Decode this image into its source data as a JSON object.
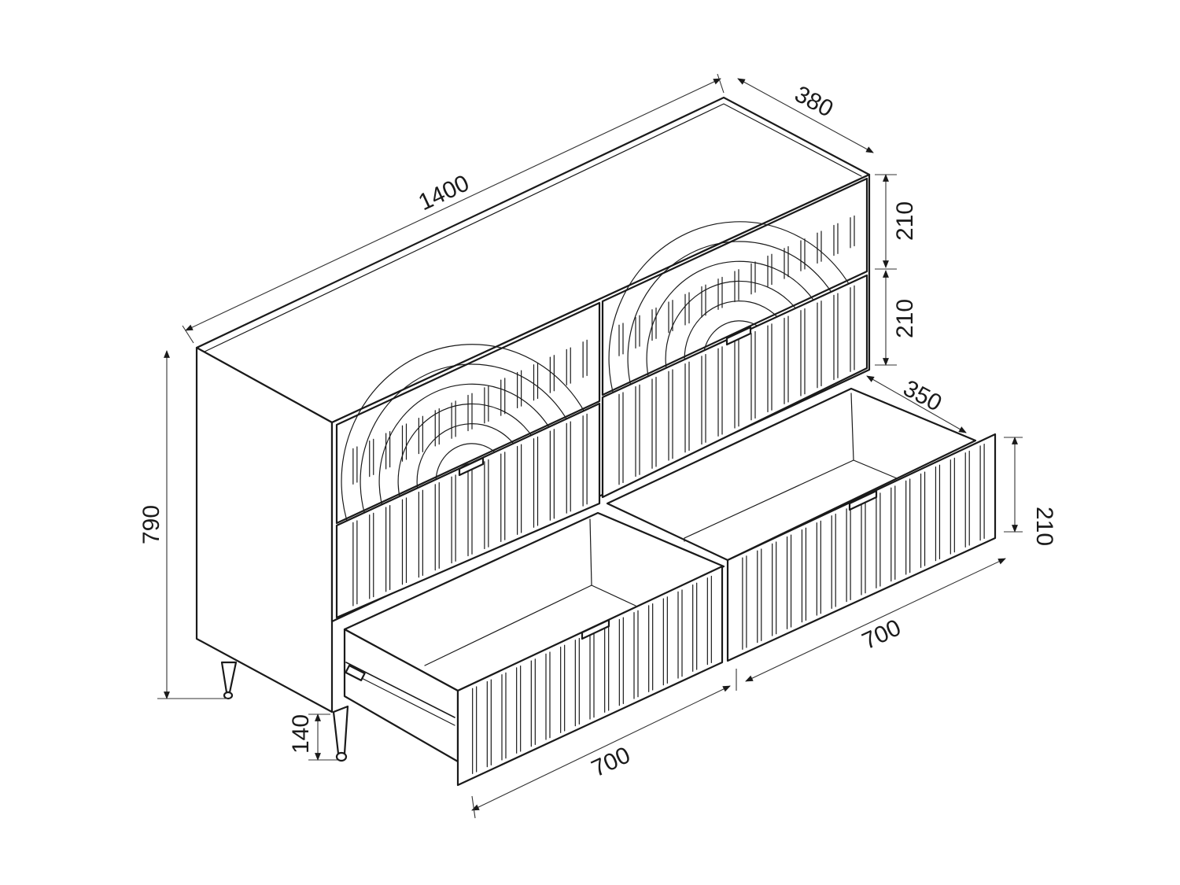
{
  "dimensions": {
    "width": "1400",
    "depth": "380",
    "height": "790",
    "drawer_height_top": "210",
    "drawer_height_middle": "210",
    "drawer_height_open": "210",
    "drawer_depth": "350",
    "drawer_width_left": "700",
    "drawer_width_right": "700",
    "leg_height": "140"
  },
  "colors": {
    "line": "#1a1a1a",
    "background": "#ffffff"
  }
}
